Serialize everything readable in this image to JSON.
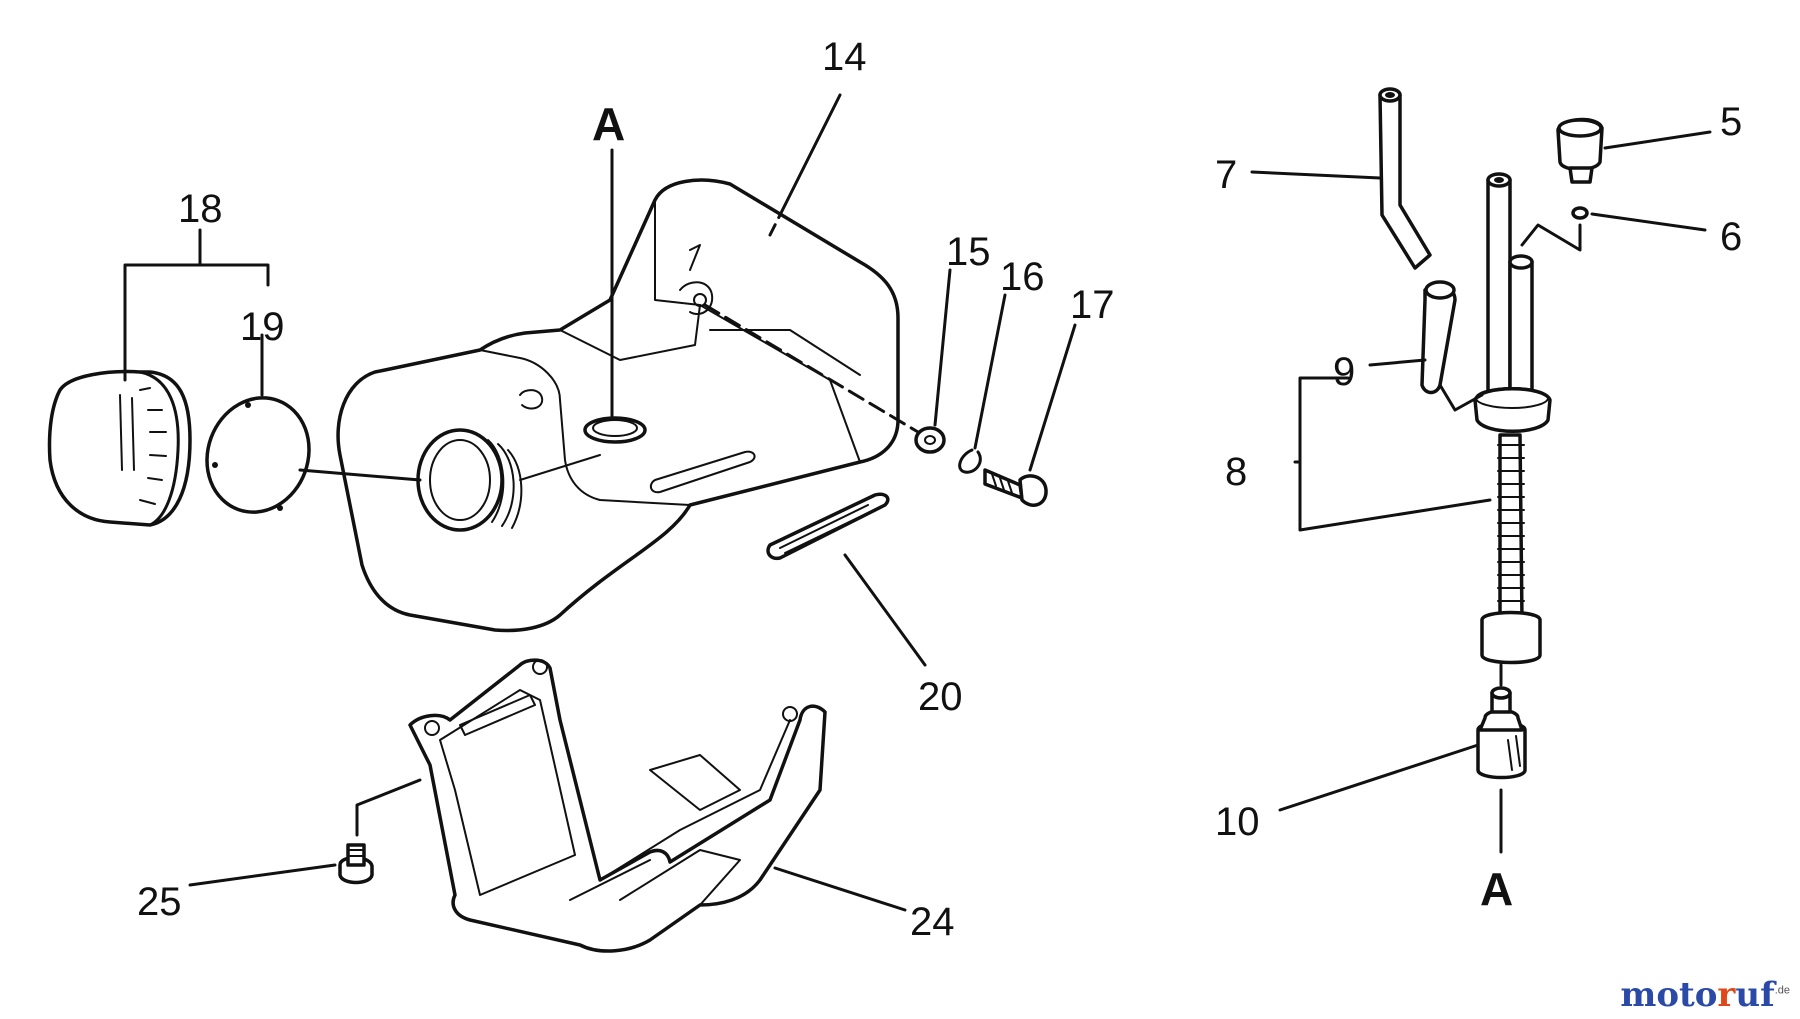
{
  "labels": {
    "n14": "14",
    "nA_top": "A",
    "n18": "18",
    "n19": "19",
    "n15": "15",
    "n16": "16",
    "n17": "17",
    "n20": "20",
    "n24": "24",
    "n25": "25",
    "n7": "7",
    "n5": "5",
    "n6": "6",
    "n9": "9",
    "n8": "8",
    "n10": "10",
    "nA_bottom": "A"
  },
  "watermark": {
    "brand_pre": "moto",
    "brand_mid": "r",
    "brand_post": "uf",
    "tld": ".de"
  }
}
